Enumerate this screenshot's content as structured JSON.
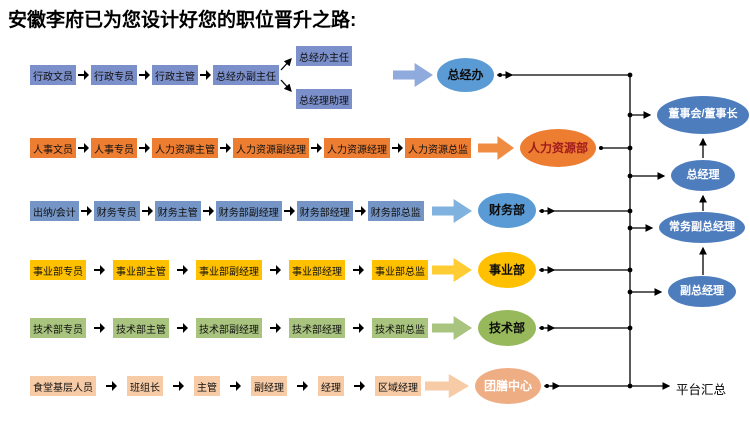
{
  "page": {
    "title": "安徽李府已为您设计好您的职位晋升之路:",
    "background": "#FFFFFF"
  },
  "rows": [
    {
      "department": "总经办",
      "steps": [
        "行政文员",
        "行政专员",
        "行政主管",
        "总经办副主任"
      ],
      "branch_steps": [
        "总经办主任",
        "总经理助理"
      ],
      "box_color": "#7B8FCB",
      "arrow_color": "#8FAADC",
      "ellipse_color": "#5B9BD5"
    },
    {
      "department": "人力资源部",
      "steps": [
        "人事文员",
        "人事专员",
        "人力资源主管",
        "人力资源副经理",
        "人力资源经理",
        "人力资源总监"
      ],
      "box_color": "#ED7D31",
      "arrow_color": "#F08C42",
      "ellipse_color": "#ED7D31",
      "department_text_color": "#A21C1C"
    },
    {
      "department": "财务部",
      "steps": [
        "出纳/会计",
        "财务专员",
        "财务主管",
        "财务部副经理",
        "财务部经理",
        "财务部总监"
      ],
      "box_color": "#7495C5",
      "arrow_color": "#7FB2DE",
      "ellipse_color": "#5B9BD5"
    },
    {
      "department": "事业部",
      "steps": [
        "事业部专员",
        "事业部主管",
        "事业部副经理",
        "事业部经理",
        "事业部总监"
      ],
      "box_color": "#FFC000",
      "arrow_color": "#FFCC33",
      "ellipse_color": "#FFC000"
    },
    {
      "department": "技术部",
      "steps": [
        "技术部专员",
        "技术部主管",
        "技术部副经理",
        "技术部经理",
        "技术部总监"
      ],
      "box_color": "#A9C47F",
      "arrow_color": "#A9C47F",
      "ellipse_color": "#97B95C"
    },
    {
      "department": "团膳中心",
      "steps": [
        "食堂基层人员",
        "班组长",
        "主管",
        "副经理",
        "经理",
        "区域经理"
      ],
      "box_color": "#F6CBA6",
      "arrow_color": "#F6CBA6",
      "ellipse_color": "#EFAD84",
      "department_text_color": "#FFFFFF"
    }
  ],
  "leadership": {
    "nodes": [
      "董事会/董事长",
      "总经理",
      "常务副总经理",
      "副总经理"
    ],
    "platform_label": "平台汇总",
    "node_color": "#4E7DBE",
    "node_text_color": "#FFFFFF"
  }
}
